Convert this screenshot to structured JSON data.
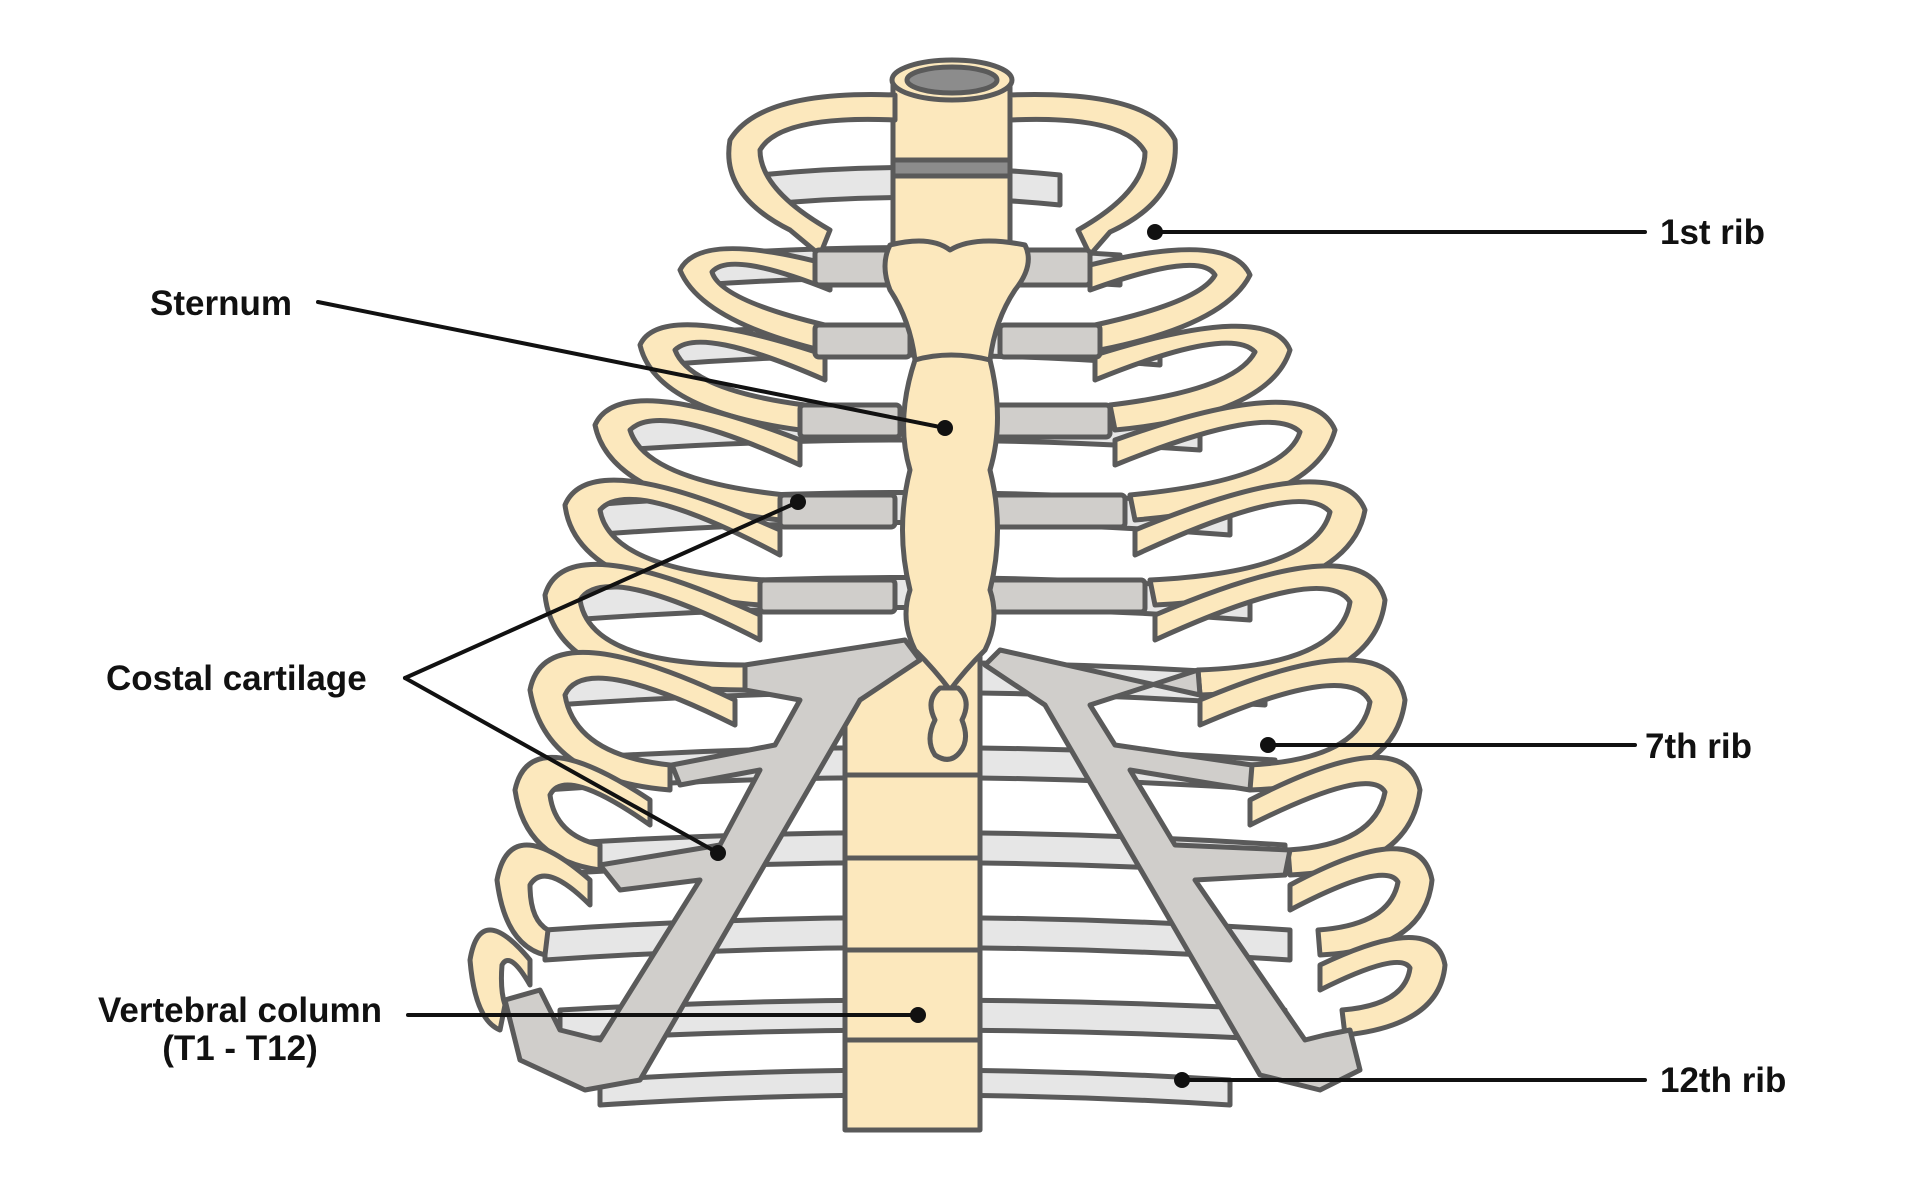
{
  "colors": {
    "bone": "#fce8bd",
    "cartilage": "#d0cecb",
    "posterior_rib": "#e6e6e6",
    "outline": "#5a5a5a",
    "trachea_lumen": "#8c8c8c",
    "label_text": "#111111"
  },
  "labels": {
    "first_rib": "1st rib",
    "sternum": "Sternum",
    "costal_cartilage": "Costal cartilage",
    "seventh_rib": "7th rib",
    "vertebral_column_line1": "Vertebral column",
    "vertebral_column_line2": "(T1 - T12)",
    "twelfth_rib": "12th rib"
  }
}
